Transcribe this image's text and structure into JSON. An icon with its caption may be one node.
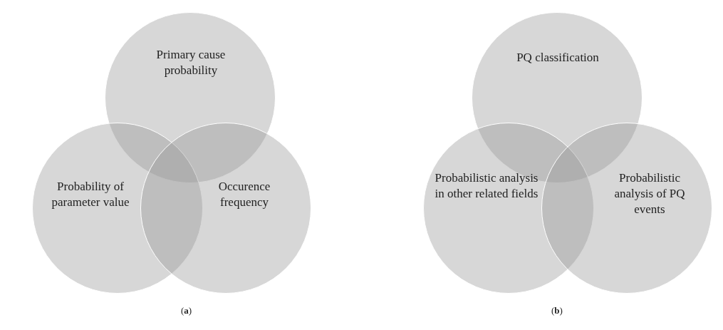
{
  "diagram": {
    "nodes": [
      {
        "text": [
          "Primary cause probability"
        ]
      },
      {
        "text": [
          "Probability of parameter value"
        ]
      },
      {
        "text": [
          "Occurence frequency"
        ]
      },
      {
        "text": [
          "PQ classification"
        ]
      },
      {
        "text": [
          "Probabilistic analysis in other related fields"
        ]
      },
      {
        "text": [
          "Probabilistic analysis of PQ events"
        ]
      }
    ],
    "labels": [
      "(**a**)",
      "(**b**)"
    ]
  }
}
